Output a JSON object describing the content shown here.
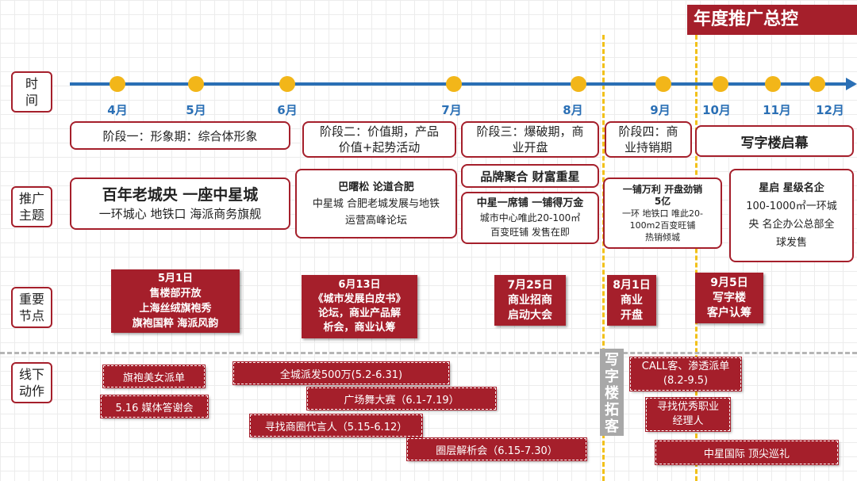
{
  "title": "年度推广总控",
  "row_labels": {
    "time": [
      "时",
      "间"
    ],
    "theme": [
      "推广",
      "主题"
    ],
    "nodes": [
      "重要",
      "节点"
    ],
    "offline": [
      "线下",
      "动作"
    ]
  },
  "months": [
    "4月",
    "5月",
    "6月",
    "7月",
    "8月",
    "9月",
    "10月",
    "11月",
    "12月"
  ],
  "colors": {
    "accent_red": "#a51f2b",
    "timeline_blue": "#2a6fb5",
    "dot_yellow": "#f2b619",
    "divider_gray": "#b5b5b5"
  },
  "stages": {
    "s1": "阶段一：形象期：综合体形象",
    "s2": [
      "阶段二：价值期，产品",
      "价值+起势活动"
    ],
    "s3": [
      "阶段三：爆破期，商",
      "业开盘"
    ],
    "s4": [
      "阶段四：商",
      "业持销期"
    ],
    "s5": "写字楼启幕"
  },
  "themes": {
    "t1": {
      "line1": "百年老城央 一座中星城",
      "line2": "一环城心 地铁口 海派商务旗舰"
    },
    "t2": {
      "head": "巴曙松 论道合肥",
      "body": [
        "中星城 合肥老城发展与地铁",
        "运营高峰论坛"
      ]
    },
    "t3_brand": "品牌聚合 财富重星",
    "t3": {
      "head": "中星一席铺 一铺得万金",
      "body": [
        "城市中心唯此20-100㎡",
        "百变旺铺 发售在即"
      ]
    },
    "t4": {
      "head": [
        "一铺万利 开盘劲销",
        "5亿"
      ],
      "body": [
        "一环 地铁口 唯此20-",
        "100m2百变旺铺",
        "热销倾城"
      ]
    },
    "t5": {
      "head": "星启 星级名企",
      "body": [
        "100-1000㎡一环城",
        "央 名企办公总部全",
        "球发售"
      ]
    }
  },
  "nodes": {
    "n1": [
      "5月1日",
      "售楼部开放",
      "上海丝绒旗袍秀",
      "旗袍国粹 海派风韵"
    ],
    "n2": [
      "6月13日",
      "《城市发展白皮书》",
      "论坛，商业产品解",
      "析会，商业认筹"
    ],
    "n3": [
      "7月25日",
      "商业招商",
      "启动大会"
    ],
    "n4": [
      "8月1日",
      "商业",
      "开盘"
    ],
    "n5": [
      "9月5日",
      "写字楼",
      "客户认筹"
    ]
  },
  "offline": {
    "a1": "旗袍美女派单",
    "a2": "5.16 媒体答谢会",
    "a3": "全城派发500万(5.2-6.31)",
    "a4": "广场舞大赛（6.1-7.19）",
    "a5": "寻找商圈代言人（5.15-6.12）",
    "a6": "圈层解析会（6.15-7.30）",
    "a7": [
      "CALL客、渗透派单",
      "(8.2-9.5)"
    ],
    "a8": [
      "寻找优秀职业",
      "经理人"
    ],
    "a9": "中星国际 顶尖巡礼",
    "office_expand": [
      "写",
      "字",
      "楼",
      "拓",
      "客"
    ]
  }
}
